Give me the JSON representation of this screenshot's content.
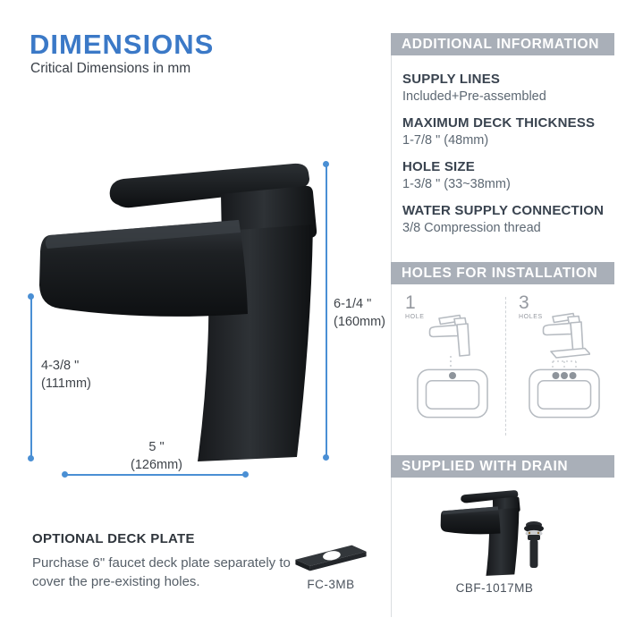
{
  "title": {
    "heading": "DIMENSIONS",
    "subheading": "Critical Dimensions in mm"
  },
  "dims": {
    "height": {
      "inches": "6-1/4 \"",
      "mm": "(160mm)"
    },
    "spout": {
      "inches": "4-3/8 \"",
      "mm": "(111mm)"
    },
    "width": {
      "inches": "5 \"",
      "mm": "(126mm)"
    }
  },
  "additional": {
    "header": "ADDITIONAL INFORMATION",
    "items": [
      {
        "label": "SUPPLY LINES",
        "value": "Included+Pre-assembled"
      },
      {
        "label": "MAXIMUM DECK THICKNESS",
        "value": "1-7/8 \" (48mm)"
      },
      {
        "label": "HOLE SIZE",
        "value": "1-3/8 \" (33~38mm)"
      },
      {
        "label": "WATER SUPPLY CONNECTION",
        "value": "3/8 Compression thread"
      }
    ]
  },
  "holes": {
    "header": "HOLES FOR INSTALLATION",
    "options": [
      {
        "count": "1",
        "label": "HOLE"
      },
      {
        "count": "3",
        "label": "HOLES"
      }
    ]
  },
  "drain": {
    "header": "SUPPLIED WITH DRAIN",
    "model": "CBF-1017MB"
  },
  "deckplate": {
    "heading": "OPTIONAL DECK PLATE",
    "description": "Purchase 6\" faucet deck plate separately to cover the pre-existing holes.",
    "model": "FC-3MB"
  },
  "colors": {
    "accent_blue": "#3b79c7",
    "dimension_line": "#4a8fd4",
    "header_bar": "#a9afb8",
    "heading_text": "#39434f",
    "body_text": "#5d6873"
  }
}
